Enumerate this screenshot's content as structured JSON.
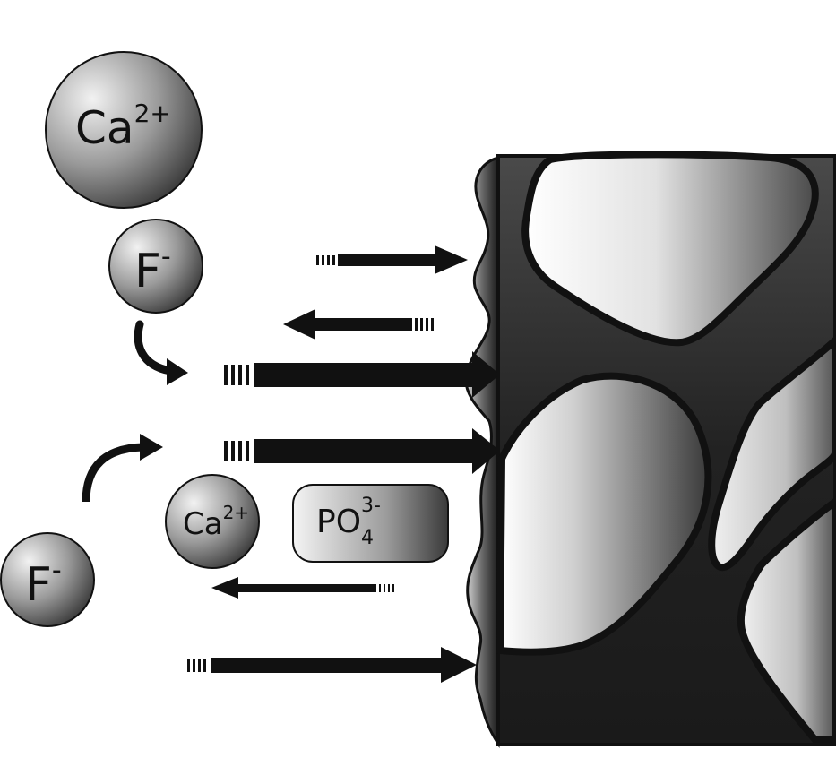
{
  "ions": {
    "ca_top": {
      "symbol": "Ca",
      "charge": "2+"
    },
    "f_top": {
      "symbol": "F",
      "charge": "-"
    },
    "ca_mid": {
      "symbol": "Ca",
      "charge": "2+"
    },
    "po4": {
      "symbol": "PO",
      "subscript": "4",
      "charge": "3-"
    },
    "f_bottom": {
      "symbol": "F",
      "charge": "-"
    }
  },
  "colors": {
    "outline": "#111111",
    "ion_light": "#e6e6e6",
    "ion_dark": "#2a2a2a",
    "tooth_dark": "#1c1c1c",
    "crystal_light": "#ffffff"
  }
}
